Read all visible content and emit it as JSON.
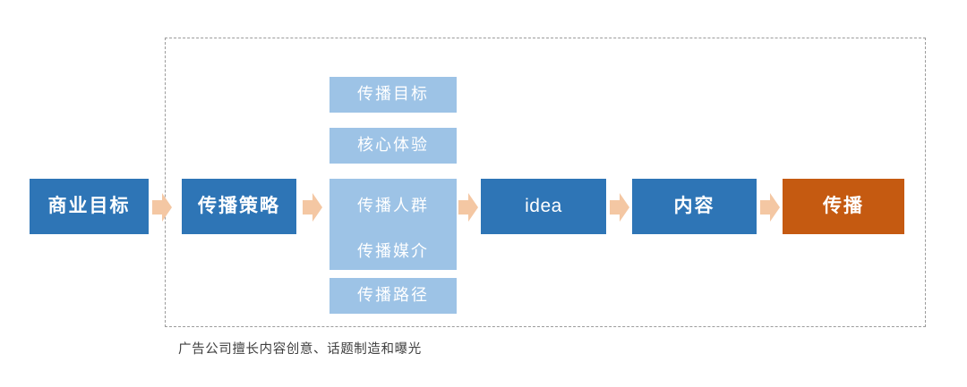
{
  "diagram": {
    "group_label": "",
    "flow": [
      {
        "id": "business",
        "label": "商业目标",
        "style": "primary",
        "inside_group": false
      },
      {
        "id": "strategy",
        "label": "传播策略",
        "style": "primary",
        "inside_group": true
      },
      {
        "id": "audience",
        "label": "传播人群",
        "style": "sub",
        "inside_group": true
      },
      {
        "id": "idea",
        "label": "idea",
        "style": "primary",
        "inside_group": true
      },
      {
        "id": "content",
        "label": "内容",
        "style": "primary",
        "inside_group": true
      },
      {
        "id": "spread",
        "label": "传播",
        "style": "accent",
        "inside_group": true
      }
    ],
    "strategy_components": [
      {
        "id": "goal",
        "label": "传播目标"
      },
      {
        "id": "core-exp",
        "label": "核心体验"
      },
      {
        "id": "audience",
        "label": "传播人群"
      },
      {
        "id": "media",
        "label": "传播媒介"
      },
      {
        "id": "path",
        "label": "传播路径"
      }
    ],
    "arrows": [
      {
        "id": "arrow-0",
        "icon": "right-arrow-icon"
      },
      {
        "id": "arrow-1",
        "icon": "right-arrow-icon"
      },
      {
        "id": "arrow-2",
        "icon": "right-arrow-icon"
      },
      {
        "id": "arrow-3",
        "icon": "right-arrow-icon"
      },
      {
        "id": "arrow-4",
        "icon": "right-arrow-icon"
      }
    ],
    "caption": "广告公司擅长内容创意、话题制造和曝光",
    "colors": {
      "primary_box": "#2E75B6",
      "sub_box": "#9DC3E6",
      "accent_box": "#C55A11",
      "arrow": "#F4C7A3",
      "group_border": "#9B9B9B",
      "box_text": "#FFFFFF",
      "caption_text": "#3F3F3F",
      "background": "#FFFFFF"
    }
  }
}
